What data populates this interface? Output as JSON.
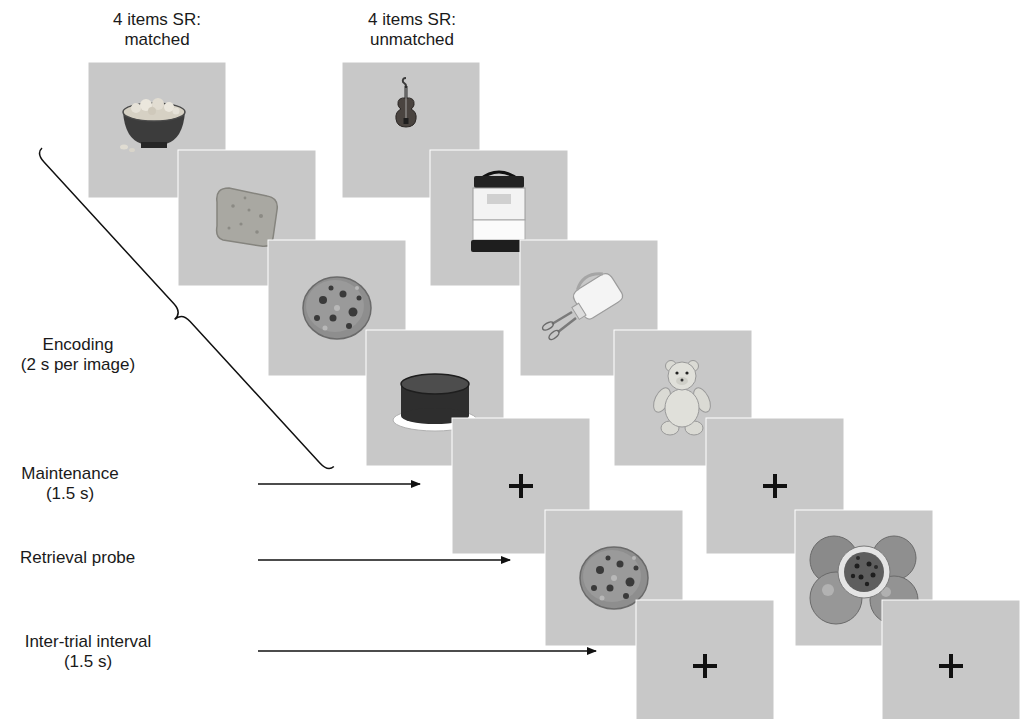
{
  "diagram": {
    "labels": [
      "4 items SR: matched",
      "4 items SR: unmatched",
      "Encoding (2 s per image)",
      "Maintenance (1.5 s)",
      "Retrieval probe",
      "Inter-trial interval (1.5 s)"
    ]
  }
}
